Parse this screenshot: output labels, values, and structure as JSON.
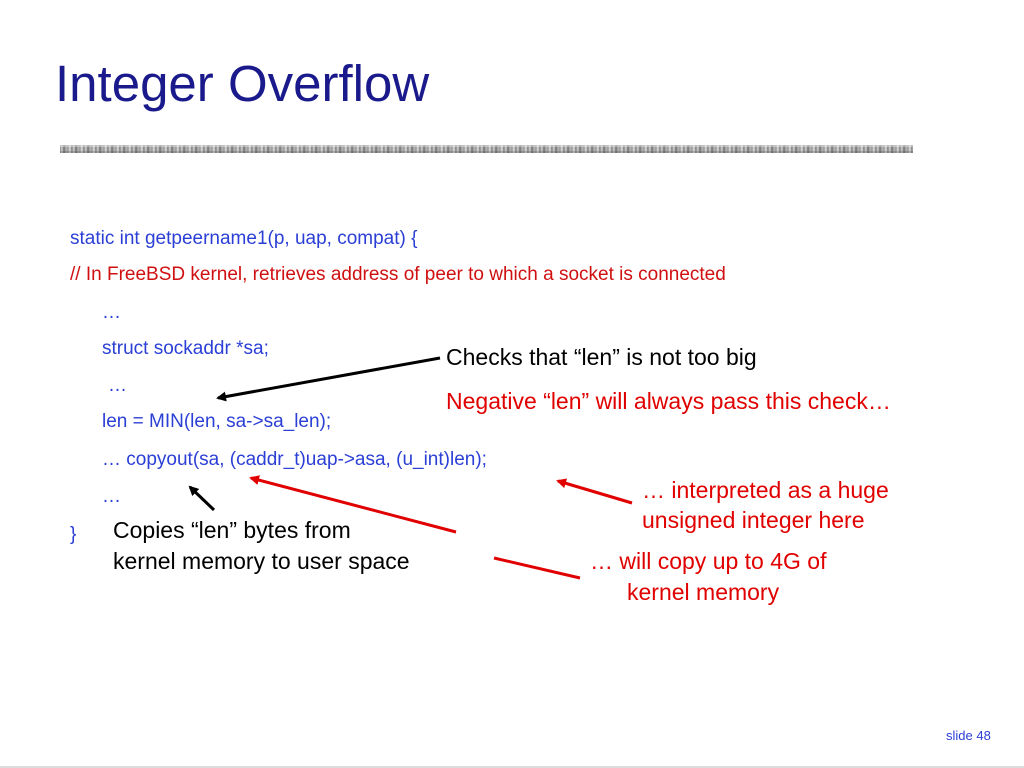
{
  "slide": {
    "title": "Integer Overflow",
    "slide_number": "slide 48"
  },
  "code": {
    "line1": "static int getpeername1(p, uap, compat) {",
    "comment": "// In FreeBSD kernel, retrieves address of peer to which a socket is connected",
    "line3": "…",
    "line4": "struct sockaddr *sa;",
    "line5": "…",
    "line6": "len = MIN(len, sa->sa_len);",
    "line7": "… copyout(sa, (caddr_t)uap->asa, (u_int)len);",
    "line8": "…",
    "close_brace": "}"
  },
  "annotations": {
    "checks_len": "Checks that “len” is not too big",
    "negative_len": "Negative “len” will always pass this check…",
    "interpreted_1": "… interpreted as a huge",
    "interpreted_2": "unsigned integer here",
    "copies_1": "Copies “len” bytes from",
    "copies_2": "kernel memory to user space",
    "will_copy_1": "… will copy up to 4G of",
    "will_copy_2": "kernel memory"
  },
  "colors": {
    "title": "#1a1a8c",
    "code": "#2b3fd6",
    "highlight_red": "#e00000",
    "annotation_black": "#000000"
  }
}
